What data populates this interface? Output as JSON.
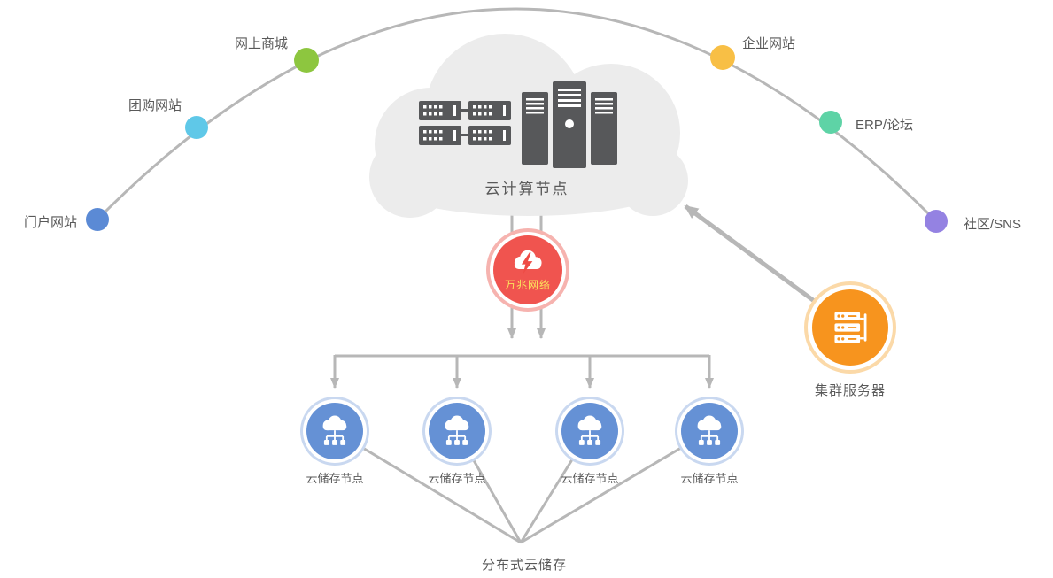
{
  "diagram": {
    "websites": [
      {
        "label": "门户网站",
        "color": "#5b8ad5"
      },
      {
        "label": "团购网站",
        "color": "#5fc8e8"
      },
      {
        "label": "网上商城",
        "color": "#8dc63f"
      },
      {
        "label": "企业网站",
        "color": "#f8bf45"
      },
      {
        "label": "ERP/论坛",
        "color": "#5ed3a6"
      },
      {
        "label": "社区/SNS",
        "color": "#9482e2"
      }
    ],
    "compute_node": {
      "label": "云计算节点",
      "cloud_fill": "#ececec",
      "server_color": "#57585a"
    },
    "network_node": {
      "label": "万兆网络",
      "color": "#f0544f",
      "label_color": "#fce45c"
    },
    "storage_nodes": [
      {
        "label": "云储存节点"
      },
      {
        "label": "云储存节点"
      },
      {
        "label": "云储存节点"
      },
      {
        "label": "云储存节点"
      }
    ],
    "storage_color": "#6591d5",
    "distributed_storage": {
      "label": "分布式云储存"
    },
    "cluster_server": {
      "label": "集群服务器",
      "color": "#f7941e"
    },
    "line_color": "#b7b7b7"
  }
}
